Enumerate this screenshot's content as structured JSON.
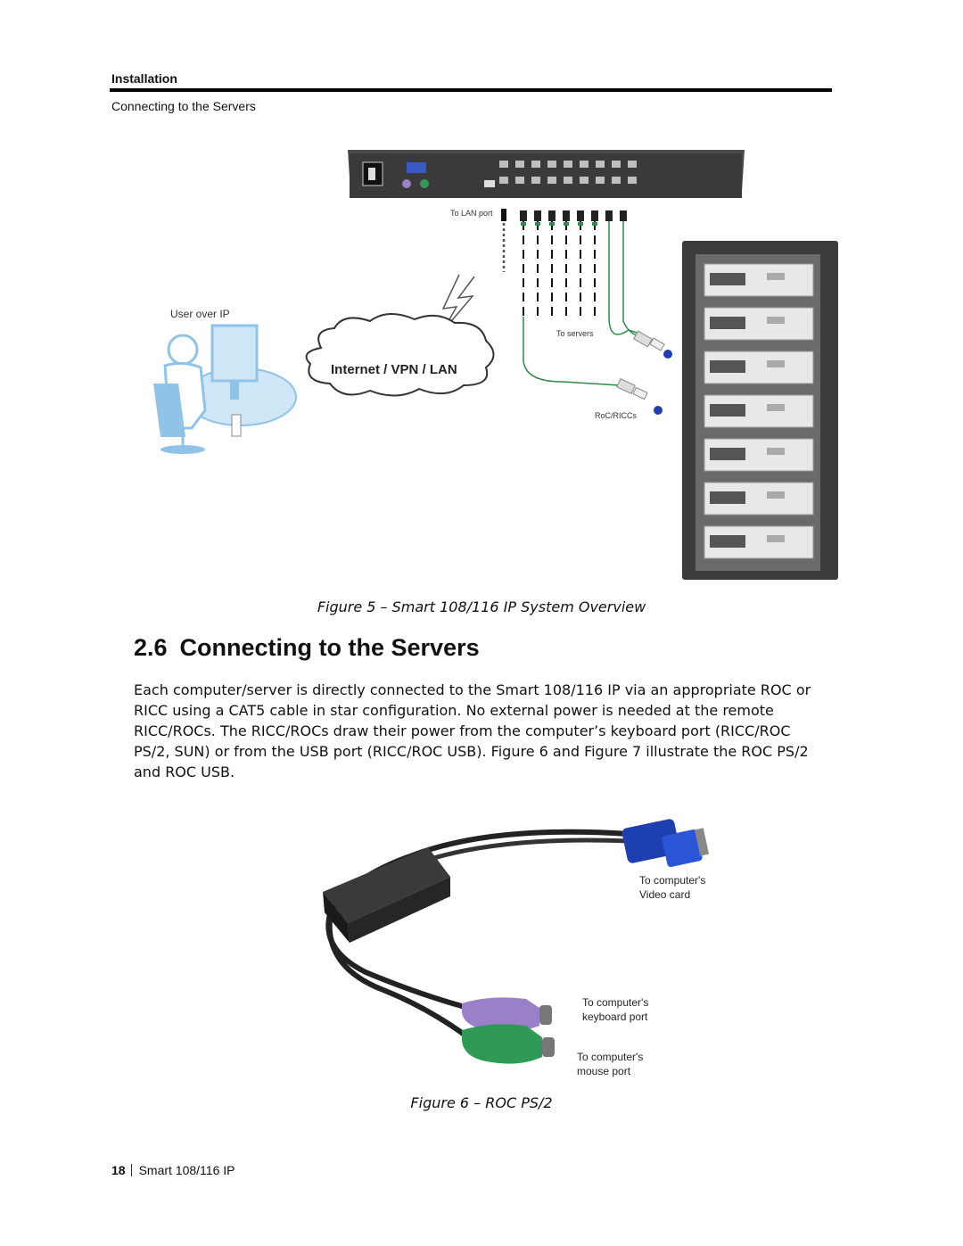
{
  "header": {
    "section": "Installation",
    "subsection": "Connecting to the Servers"
  },
  "figure5": {
    "labels": {
      "lan_port": "To LAN port",
      "user": "User over IP",
      "network": "Internet / VPN / LAN",
      "servers": "To servers",
      "roc": "RoC/RICCs"
    },
    "caption": "Figure 5 – Smart 108/116 IP System Overview"
  },
  "section": {
    "number": "2.6",
    "title": "Connecting to the Servers",
    "body": "Each computer/server is directly connected to the Smart 108/116 IP via an appropriate ROC or RICC using a CAT5 cable in star configuration. No external power is needed at the remote RICC/ROCs. The RICC/ROCs draw their power from the computer’s keyboard port (RICC/ROC PS/2, SUN) or from the USB port (RICC/ROC USB). Figure 6 and Figure 7 illustrate the ROC PS/2 and ROC USB."
  },
  "figure6": {
    "labels": {
      "video_1": "To computer's",
      "video_2": "Video card",
      "keyboard_1": "To computer's",
      "keyboard_2": "keyboard port",
      "mouse_1": "To computer's",
      "mouse_2": "mouse port"
    },
    "caption": "Figure 6 – ROC PS/2"
  },
  "footer": {
    "page": "18",
    "product": "Smart 108/116 IP"
  },
  "colors": {
    "cable_green": "#2f8a4a",
    "rack_dark": "#3c3c3c",
    "user_blue": "#8fc3e8",
    "connector_blue": "#1d3fb0",
    "connector_purple": "#9a7fc9",
    "connector_green": "#2e9a55"
  }
}
